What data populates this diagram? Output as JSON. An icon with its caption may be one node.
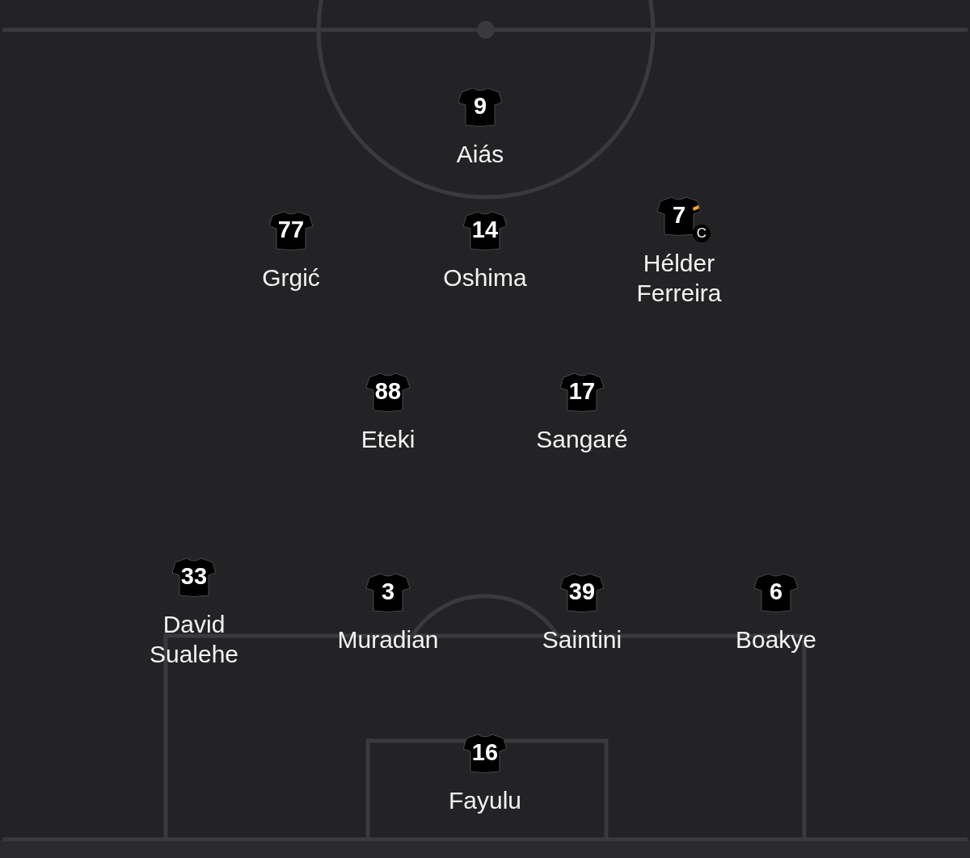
{
  "diagram": {
    "nodes": [
      {
        "text": [
          "9"
        ],
        "beside": [
          "Aiás"
        ]
      },
      {
        "text": [
          "77"
        ],
        "beside": [
          "Grgić"
        ]
      },
      {
        "text": [
          "14"
        ],
        "beside": [
          "Oshima"
        ]
      },
      {
        "text": [
          "7"
        ],
        "beside": [
          "Hélder Ferreira"
        ]
      },
      {
        "text": [
          "C"
        ]
      },
      {
        "text": [
          "88"
        ],
        "beside": [
          "Eteki"
        ]
      },
      {
        "text": [
          "17"
        ],
        "beside": [
          "Sangaré"
        ]
      },
      {
        "text": [
          "33"
        ],
        "beside": [
          "David Sualehe"
        ]
      },
      {
        "text": [
          "3"
        ],
        "beside": [
          "Muradian"
        ]
      },
      {
        "text": [
          "39"
        ],
        "beside": [
          "Saintini"
        ]
      },
      {
        "text": [
          "6"
        ],
        "beside": [
          "Boakye"
        ]
      },
      {
        "text": [
          "16"
        ],
        "beside": [
          "Fayulu"
        ]
      }
    ]
  }
}
